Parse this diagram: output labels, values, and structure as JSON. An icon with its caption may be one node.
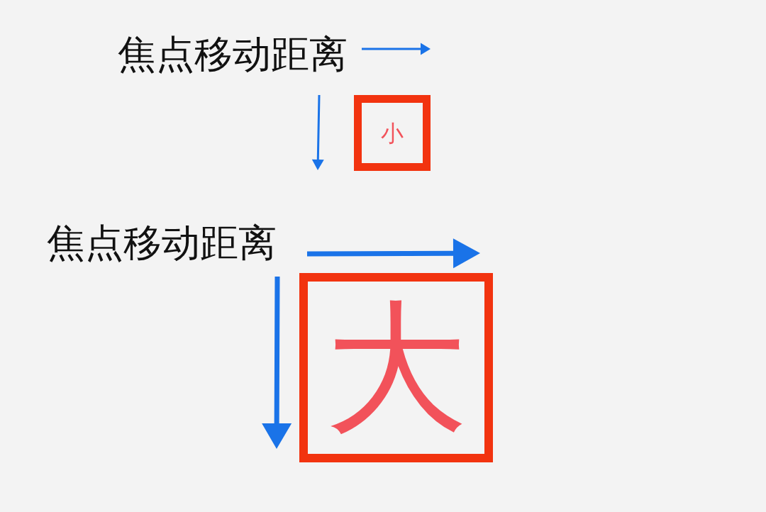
{
  "diagram": {
    "nodes": [
      {
        "text": [
          "小"
        ]
      },
      {
        "text": [
          "大"
        ]
      }
    ],
    "labels": [
      "焦点移动距离",
      "焦点移动距离"
    ]
  }
}
